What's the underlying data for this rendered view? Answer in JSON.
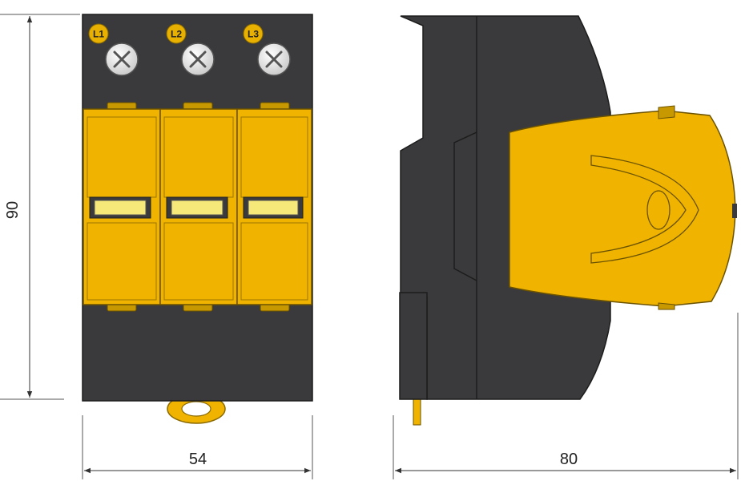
{
  "front_view": {
    "terminals": [
      {
        "label": "L1"
      },
      {
        "label": "L2"
      },
      {
        "label": "L3"
      }
    ]
  },
  "dimensions": {
    "height": "90",
    "width": "54",
    "depth": "80"
  },
  "colors": {
    "body": "#3a3a3c",
    "body_edge": "#1c1c1c",
    "module_yellow": "#f0b400",
    "module_dark": "#b88a00",
    "window": "#f6e97a",
    "screw": "#e8e8e8",
    "dim_line": "#333333"
  }
}
